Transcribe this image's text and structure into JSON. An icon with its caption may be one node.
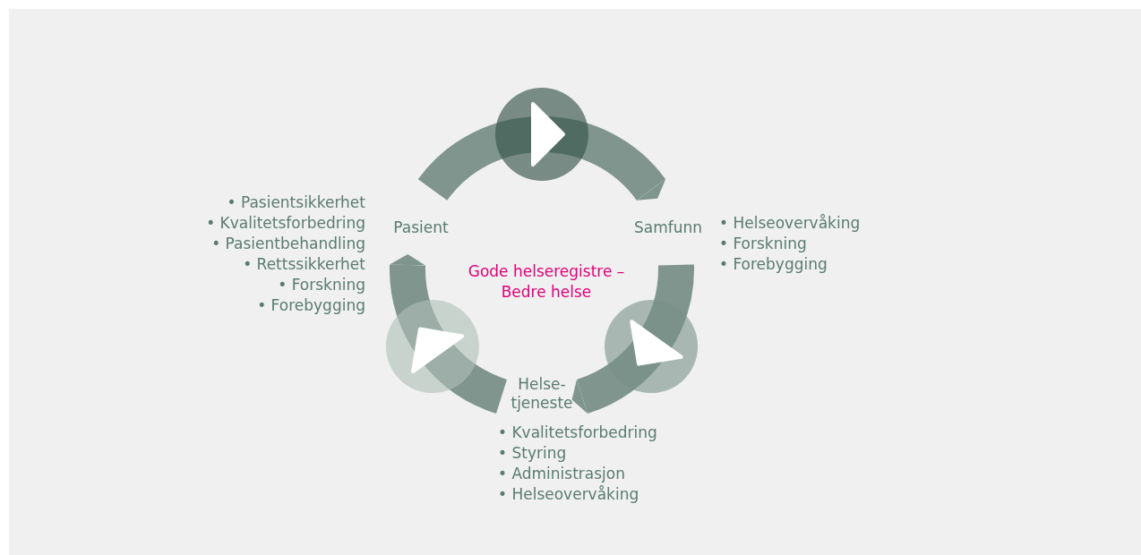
{
  "diagram": {
    "nodes": [
      {
        "text": [
          "Pasient"
        ],
        "beside": [
          "• Pasientsikkerhet",
          "• Kvalitetsforbedring",
          "• Pasientbehandling",
          "• Rettssikkerhet",
          "• Forskning",
          "• Forebygging"
        ]
      },
      {
        "text": [
          "Samfunn"
        ],
        "beside": [
          "• Helseovervåking",
          "• Forskning",
          "• Forebygging"
        ]
      },
      {
        "text": [
          "Helse- tjeneste"
        ],
        "beside": [
          "• Kvalitetsforbedring",
          "• Styring",
          "• Administrasjon",
          "• Helseovervåking"
        ]
      }
    ],
    "edges": [
      {
        "from": 0,
        "to": 1,
        "arrow": "to"
      },
      {
        "from": 1,
        "to": 2,
        "arrow": "to"
      },
      {
        "from": 2,
        "to": 0,
        "arrow": "to"
      }
    ],
    "labels": [
      "Gode helseregistre – Bedre helse"
    ]
  }
}
